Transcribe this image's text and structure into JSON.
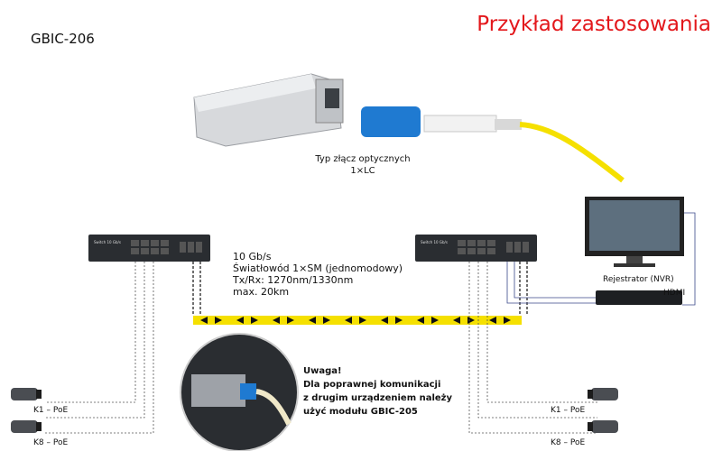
{
  "model": "GBIC-206",
  "title": "Przykład zastosowania",
  "connector": {
    "line1": "Typ złącz optycznych",
    "line2": "1×LC"
  },
  "specs": {
    "speed": "10 Gb/s",
    "fiber": "Światłowód 1×SM (jednomodowy)",
    "wavelength": "Tx/Rx: 1270nm/1330nm",
    "distance": "max. 20km"
  },
  "warning": {
    "line1": "Uwaga!",
    "line2": "Dla poprawnej komunikacji",
    "line3": "z drugim urządzeniem należy",
    "line4": "użyć modułu GBIC-205"
  },
  "switch_label": "Switch 10 Gb/s",
  "nvr_label": "Rejestrator (NVR)",
  "hdmi_label": "HDMI",
  "cameras": {
    "left_top": "K1 – PoE",
    "left_bottom": "K8 – PoE",
    "right_top": "K1 – PoE",
    "right_bottom": "K8 – PoE"
  },
  "colors": {
    "title": "#e3171b",
    "fiber_cable": "#f5e000",
    "lc_connector": "#1f7ad1",
    "device_dark": "#2a2d31"
  }
}
